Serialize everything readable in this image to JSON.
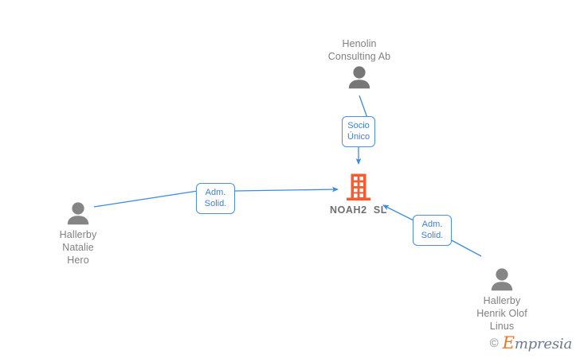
{
  "diagram": {
    "type": "shareholder-management-graph",
    "company": {
      "name": "NOAH2  SL",
      "icon": "building-icon",
      "color": "#f95b30"
    },
    "persons": [
      {
        "id": "henolin",
        "name": "Henolin\nConsulting Ab",
        "icon": "person-icon",
        "position": "top"
      },
      {
        "id": "natalie",
        "name": "Hallerby\nNatalie\nHero",
        "icon": "person-icon",
        "position": "left"
      },
      {
        "id": "henrik",
        "name": "Hallerby\nHenrik Olof\nLinus",
        "icon": "person-icon",
        "position": "bottom-right"
      }
    ],
    "relations": [
      {
        "id": "rel-socio-unico",
        "from": "henolin",
        "to": "company",
        "label": "Socio\nÚnico"
      },
      {
        "id": "rel-adm-left",
        "from": "natalie",
        "to": "company",
        "label": "Adm.\nSolid."
      },
      {
        "id": "rel-adm-right",
        "from": "henrik",
        "to": "company",
        "label": "Adm.\nSolid."
      }
    ],
    "colors": {
      "edge": "#4a90e2",
      "label_text": "#3d7fd6",
      "person": "#808080",
      "company": "#f95b30",
      "background": "#ffffff"
    }
  },
  "watermark": {
    "copyright": "©",
    "brand_initial": "E",
    "brand_rest": "mpresia"
  }
}
